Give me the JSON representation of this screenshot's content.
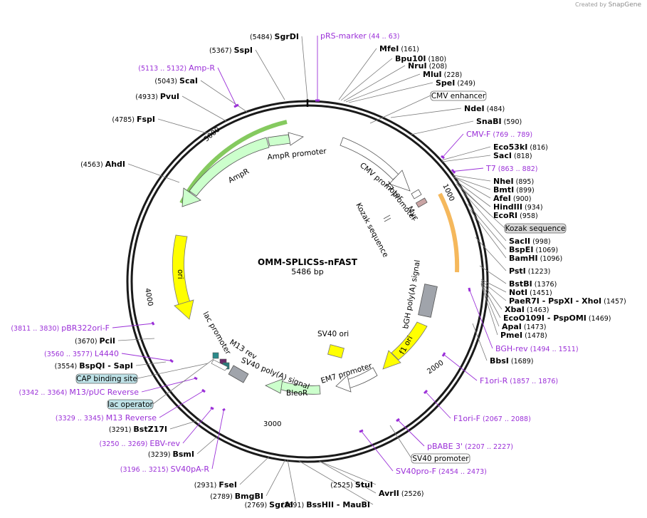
{
  "map": {
    "name": "OMM-SPLICSs-nFAST",
    "length_label": "5486 bp",
    "total_bp": 5486,
    "ticks": [
      "1000",
      "2000",
      "3000",
      "4000",
      "5000"
    ]
  },
  "credit": {
    "prefix": "Created by",
    "brand": "SnapGene"
  },
  "colors": {
    "enzyme": "#000000",
    "primer": "#9b30d8",
    "backbone": "#000000",
    "ori": "#ffff00",
    "resistance": "#ccffcc",
    "promoter": "#ffffff",
    "polyA": "#a0a4ab",
    "tag": "#c9a4a4",
    "highlight_ampr": "#5cb82a",
    "highlight_cmv": "#f3a633"
  },
  "sites": [
    {
      "name": "SgrDI",
      "pos": "(5484)"
    },
    {
      "name": "SspI",
      "pos": "(5367)"
    },
    {
      "name": "ScaI",
      "pos": "(5043)"
    },
    {
      "name": "PvuI",
      "pos": "(4933)"
    },
    {
      "name": "FspI",
      "pos": "(4785)"
    },
    {
      "name": "AhdI",
      "pos": "(4563)"
    },
    {
      "name": "MfeI",
      "pos": "(161)"
    },
    {
      "name": "Bpu10I",
      "pos": "(180)"
    },
    {
      "name": "NruI",
      "pos": "(208)"
    },
    {
      "name": "MluI",
      "pos": "(228)"
    },
    {
      "name": "SpeI",
      "pos": "(249)"
    },
    {
      "name": "NdeI",
      "pos": "(484)"
    },
    {
      "name": "SnaBI",
      "pos": "(590)"
    },
    {
      "name": "Eco53kI",
      "pos": "(816)"
    },
    {
      "name": "SacI",
      "pos": "(818)"
    },
    {
      "name": "NheI",
      "pos": "(895)"
    },
    {
      "name": "BmtI",
      "pos": "(899)"
    },
    {
      "name": "AfeI",
      "pos": "(900)"
    },
    {
      "name": "HindIII",
      "pos": "(934)"
    },
    {
      "name": "EcoRI",
      "pos": "(958)"
    },
    {
      "name": "SacII",
      "pos": "(998)"
    },
    {
      "name": "BspEI",
      "pos": "(1069)"
    },
    {
      "name": "BamHI",
      "pos": "(1096)"
    },
    {
      "name": "PstI",
      "pos": "(1223)"
    },
    {
      "name": "BstBI",
      "pos": "(1376)"
    },
    {
      "name": "NotI",
      "pos": "(1451)"
    },
    {
      "name": "PaeR7I - PspXI - XhoI",
      "pos": "(1457)"
    },
    {
      "name": "XbaI",
      "pos": "(1463)"
    },
    {
      "name": "EcoO109I - PspOMI",
      "pos": "(1469)"
    },
    {
      "name": "ApaI",
      "pos": "(1473)"
    },
    {
      "name": "PmeI",
      "pos": "(1478)"
    },
    {
      "name": "BbsI",
      "pos": "(1689)"
    },
    {
      "name": "StuI",
      "pos": "(2525)"
    },
    {
      "name": "AvrII",
      "pos": "(2526)"
    },
    {
      "name": "BssHII - MauBI",
      "pos": "(2691)"
    },
    {
      "name": "SgrAI",
      "pos": "(2769)"
    },
    {
      "name": "BmgBI",
      "pos": "(2789)"
    },
    {
      "name": "FseI",
      "pos": "(2931)"
    },
    {
      "name": "BsmI",
      "pos": "(3239)"
    },
    {
      "name": "BstZ17I",
      "pos": "(3291)"
    },
    {
      "name": "BspQI - SapI",
      "pos": "(3554)"
    },
    {
      "name": "PciI",
      "pos": "(3670)"
    }
  ],
  "primers": [
    {
      "name": "pRS-marker",
      "range": "(44 .. 63)"
    },
    {
      "name": "Amp-R",
      "range": "(5113 .. 5132)"
    },
    {
      "name": "CMV-F",
      "range": "(769 .. 789)"
    },
    {
      "name": "T7",
      "range": "(863 .. 882)"
    },
    {
      "name": "BGH-rev",
      "range": "(1494 .. 1511)"
    },
    {
      "name": "F1ori-R",
      "range": "(1857 .. 1876)"
    },
    {
      "name": "F1ori-F",
      "range": "(2067 .. 2088)"
    },
    {
      "name": "pBABE 3'",
      "range": "(2207 .. 2227)"
    },
    {
      "name": "SV40pro-F",
      "range": "(2454 .. 2473)"
    },
    {
      "name": "EBV-rev",
      "range": "(3250 .. 3269)"
    },
    {
      "name": "SV40pA-R",
      "range": "(3196 .. 3215)"
    },
    {
      "name": "M13 Reverse",
      "range": "(3329 .. 3345)"
    },
    {
      "name": "M13/pUC Reverse",
      "range": "(3342 .. 3364)"
    },
    {
      "name": "L4440",
      "range": "(3560 .. 3577)"
    },
    {
      "name": "pBR322ori-F",
      "range": "(3811 .. 3830)"
    }
  ],
  "boxed_labels": [
    {
      "text": "CMV enhancer"
    },
    {
      "text": "Kozak sequence"
    },
    {
      "text": "SV40 promoter"
    },
    {
      "text": "CAP binding site"
    },
    {
      "text": "lac operator"
    }
  ],
  "features": [
    {
      "name": "AmpR promoter"
    },
    {
      "name": "AmpR"
    },
    {
      "name": "ori"
    },
    {
      "name": "CMV promoter"
    },
    {
      "name": "T7 promoter"
    },
    {
      "name": "Myc"
    },
    {
      "name": "Kozak sequence"
    },
    {
      "name": "bGH poly(A) signal"
    },
    {
      "name": "f1 ori"
    },
    {
      "name": "SV40 ori"
    },
    {
      "name": "EM7 promoter"
    },
    {
      "name": "BleoR"
    },
    {
      "name": "SV40 poly(A) signal"
    },
    {
      "name": "M13 rev"
    },
    {
      "name": "lac promoter"
    }
  ]
}
